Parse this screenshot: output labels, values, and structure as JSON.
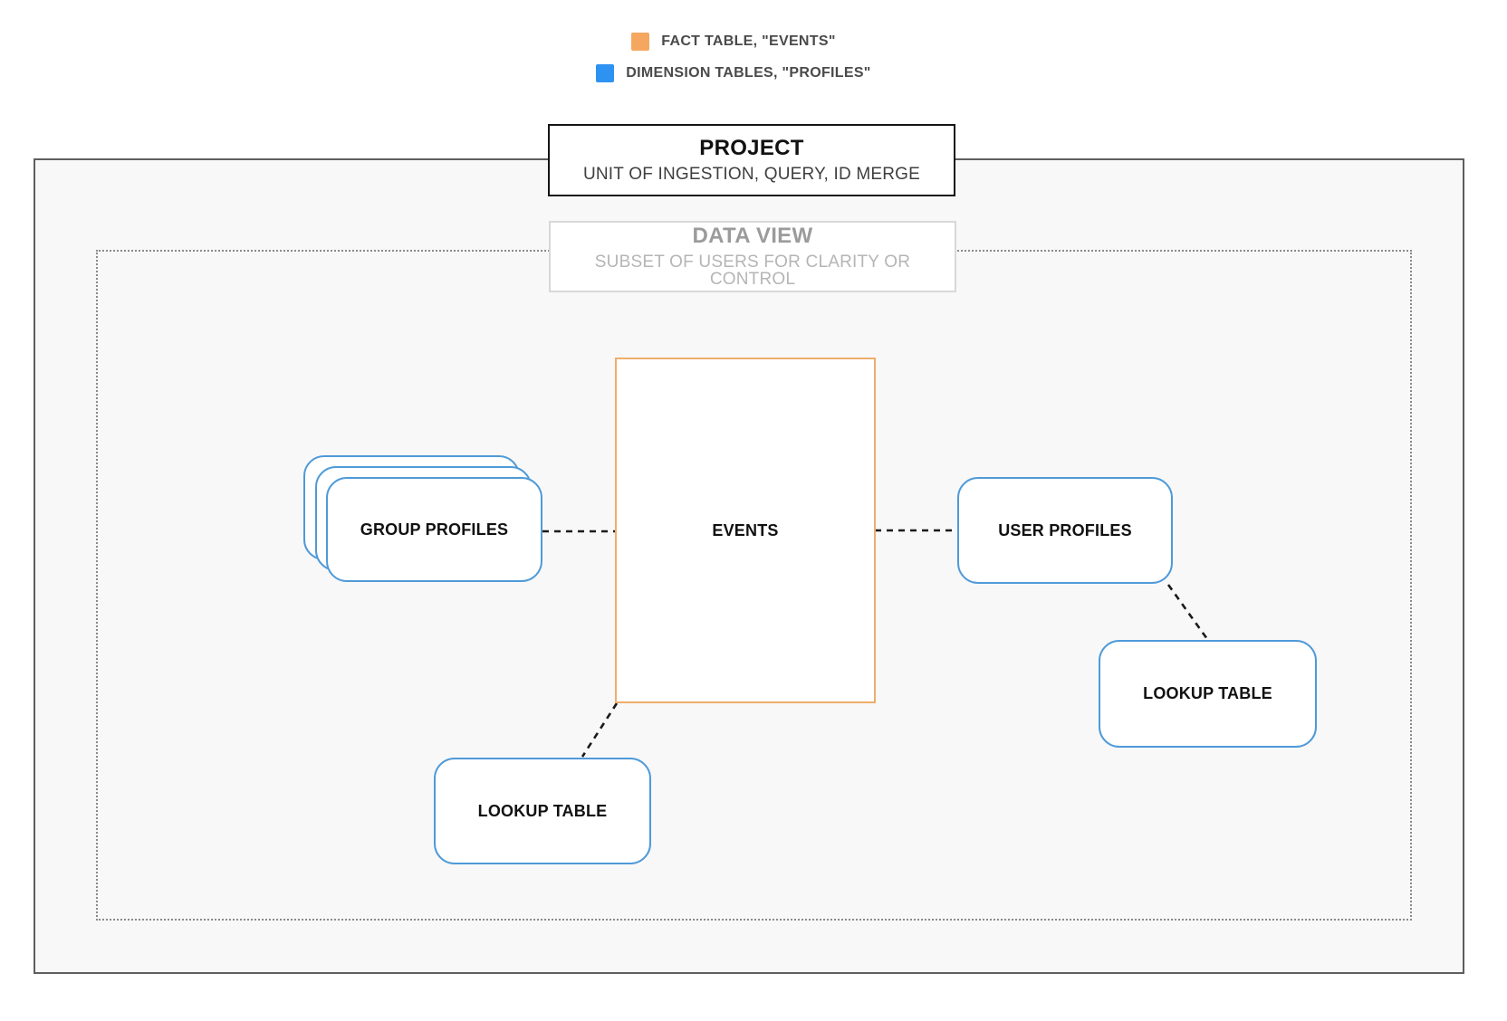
{
  "legend": {
    "items": [
      {
        "id": "fact-table",
        "label": "FACT TABLE, \"EVENTS\"",
        "swatch": "#f6a75f"
      },
      {
        "id": "dimension-tables",
        "label": "DIMENSION TABLES, \"PROFILES\"",
        "swatch": "#2e92f2"
      }
    ]
  },
  "project_box": {
    "title": "PROJECT",
    "subtitle": "UNIT OF INGESTION, QUERY, ID MERGE"
  },
  "data_view_box": {
    "title": "DATA VIEW",
    "subtitle": "SUBSET OF USERS FOR CLARITY OR CONTROL"
  },
  "nodes": {
    "events": {
      "label": "EVENTS",
      "type": "fact-table"
    },
    "group_profiles": {
      "label": "GROUP PROFILES",
      "type": "dimension-table"
    },
    "user_profiles": {
      "label": "USER PROFILES",
      "type": "dimension-table"
    },
    "lookup_table_right": {
      "label": "LOOKUP TABLE",
      "type": "dimension-table"
    },
    "lookup_table_bottom": {
      "label": "LOOKUP TABLE",
      "type": "dimension-table"
    }
  },
  "colors": {
    "fact_border": "#eead6c",
    "dimension_border": "#4f9ad8",
    "legend_fact_swatch": "#f6a75f",
    "legend_dimension_swatch": "#2e92f2",
    "connector": "#1a1a1a",
    "outer_boundary_border": "#5e5e5e",
    "dotted_boundary_border": "#8a8a8a"
  }
}
